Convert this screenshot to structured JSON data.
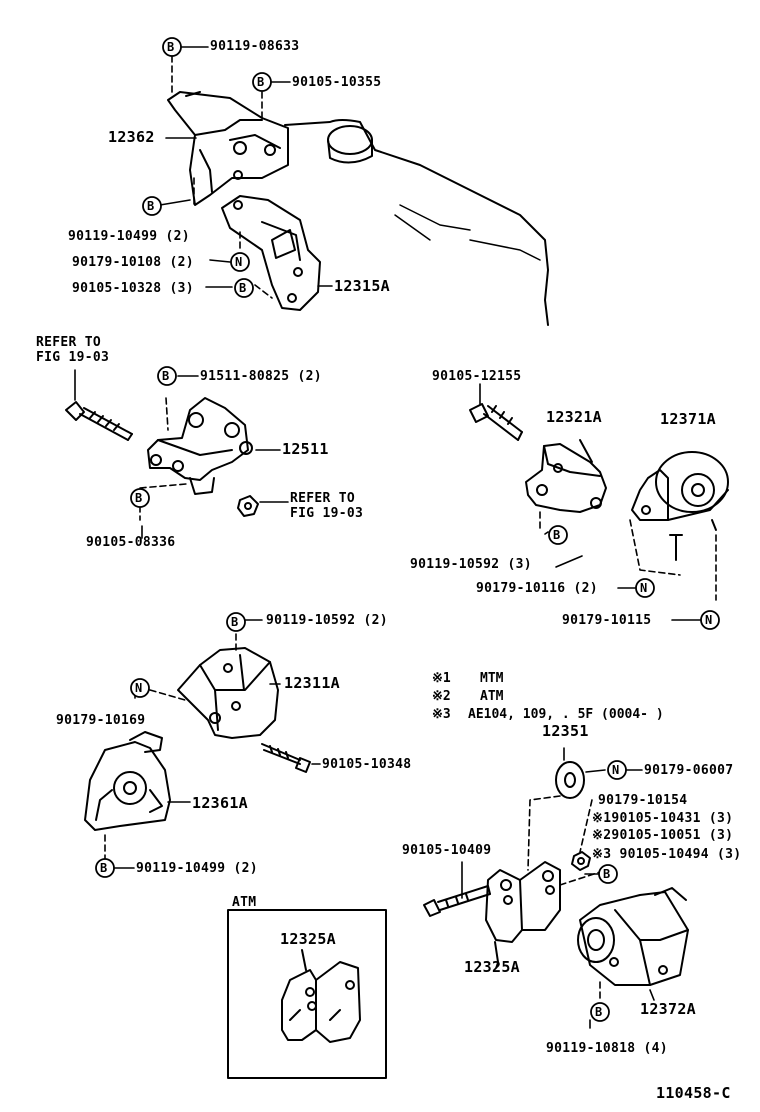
{
  "sheet_number": "110458-C",
  "markers": {
    "bolt": "B",
    "nut": "N"
  },
  "legend": [
    {
      "key": "※1",
      "value": "MTM"
    },
    {
      "key": "※2",
      "value": "ATM"
    },
    {
      "key": "※3",
      "value": "AE104, 109, . 5F  (0004-       )"
    }
  ],
  "refer_top": {
    "line1": "REFER TO",
    "line2": "FIG 19-03"
  },
  "refer_mid": {
    "line1": "REFER TO",
    "line2": "FIG 19-03"
  },
  "atm_box_label": "ATM",
  "labels": {
    "p90119_08633": "90119-08633",
    "p90105_10355": "90105-10355",
    "p12362": "12362",
    "p90119_10499_2_top": "90119-10499 (2)",
    "p90179_10108_2": "90179-10108 (2)",
    "p90105_10328_3": "90105-10328 (3)",
    "p12315A": "12315A",
    "p91511_80825_2": "91511-80825 (2)",
    "p12511": "12511",
    "p90105_08336": "90105-08336",
    "p90105_12155": "90105-12155",
    "p12321A": "12321A",
    "p12371A": "12371A",
    "p90119_10592_3": "90119-10592 (3)",
    "p90179_10116_2": "90179-10116 (2)",
    "p90179_10115": "90179-10115",
    "p90119_10592_2": "90119-10592 (2)",
    "p12311A": "12311A",
    "p90179_10169": "90179-10169",
    "p90105_10348": "90105-10348",
    "p12361A": "12361A",
    "p90119_10499_2_bot": "90119-10499 (2)",
    "p12351": "12351",
    "p90179_06007": "90179-06007",
    "p90179_10154": "90179-10154",
    "p_s1_90105_10431": "※190105-10431 (3)",
    "p_s2_90105_10051": "※290105-10051 (3)",
    "p_s3_90105_10494": "※3 90105-10494 (3)",
    "p90105_10409": "90105-10409",
    "p12325A_atm": "12325A",
    "p12325A": "12325A",
    "p12372A": "12372A",
    "p90119_10818_4": "90119-10818 (4)"
  }
}
